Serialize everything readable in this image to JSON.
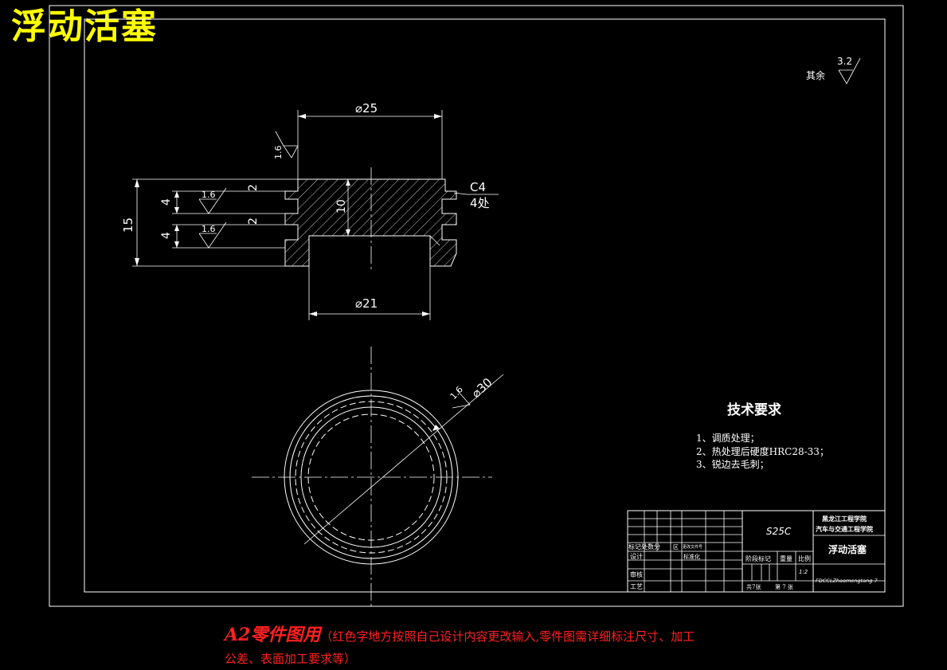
{
  "title": "浮动活塞",
  "surface_finish": {
    "default_label": "其余",
    "default_value": "3.2",
    "face_value": "1.6"
  },
  "dimensions": {
    "outer_diameter": "⌀25",
    "bore_diameter": "⌀21",
    "height": "15",
    "groove_width": "4",
    "land_width": "2",
    "inner_depth": "10",
    "chamfer": "C4",
    "chamfer_count": "4处",
    "circle_diameter": "⌀30"
  },
  "tech_requirements": {
    "heading": "技术要求",
    "items": [
      "1、调质处理；",
      "2、热处理后硬度HRC28-33；",
      "3、锐边去毛刺；"
    ]
  },
  "title_block": {
    "material": "S25C",
    "school": "黑龙江工程学院",
    "department": "汽车与交通工程学院",
    "part_name": "浮动活塞",
    "drawing_no": "FDCCLZhaomengtang-7",
    "scale": "1:2",
    "total_sheets": "共7张",
    "sheet_no": "第 7 张",
    "labels": {
      "mark": "标记处数分",
      "region": "区",
      "change_doc": "更改文件号",
      "design": "设计",
      "std": "标准化",
      "review": "审核",
      "process": "工艺",
      "stage": "阶段标记",
      "weight": "重量",
      "ratio": "比例"
    }
  },
  "bottom_note": {
    "prefix": "A2零件图用",
    "body": "（红色字地方按照自己设计内容更改输入,零件图需详细标注尺寸、加工",
    "line2": "公差、表面加工要求等）"
  }
}
